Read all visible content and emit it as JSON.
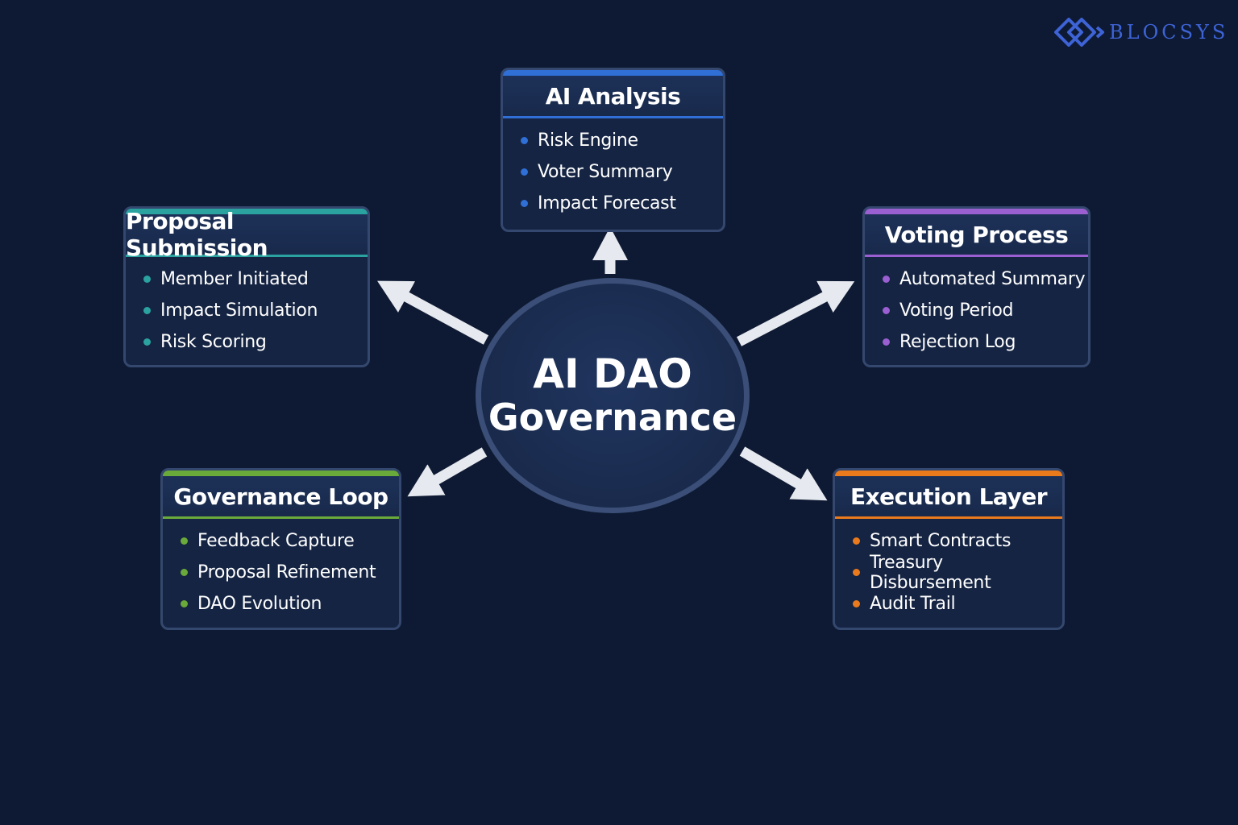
{
  "brand": {
    "name": "BLOCSYS",
    "color": "#3d63d6"
  },
  "center": {
    "line1": "AI DAO",
    "line2": "Governance"
  },
  "nodes": {
    "ai_analysis": {
      "title": "AI Analysis",
      "accent": "#2f6fd6",
      "items": [
        "Risk Engine",
        "Voter Summary",
        "Impact Forecast"
      ]
    },
    "proposal_submission": {
      "title": "Proposal Submission",
      "accent": "#2aa3a0",
      "items": [
        "Member Initiated",
        "Impact Simulation",
        "Risk Scoring"
      ]
    },
    "voting_process": {
      "title": "Voting Process",
      "accent": "#9a5fd1",
      "items": [
        "Automated Summary",
        "Voting Period",
        "Rejection Log"
      ]
    },
    "governance_loop": {
      "title": "Governance Loop",
      "accent": "#6aaa3a",
      "items": [
        "Feedback Capture",
        "Proposal Refinement",
        "DAO Evolution"
      ]
    },
    "execution_layer": {
      "title": "Execution Layer",
      "accent": "#ea7a1c",
      "items": [
        "Smart Contracts",
        "Treasury Disbursement",
        "Audit Trail"
      ]
    }
  },
  "colors": {
    "background": "#0e1a33",
    "arrow": "#e6e9ef",
    "card_border": "#34476e"
  },
  "icons": {
    "logo": "diamond-chain-logo-icon"
  }
}
